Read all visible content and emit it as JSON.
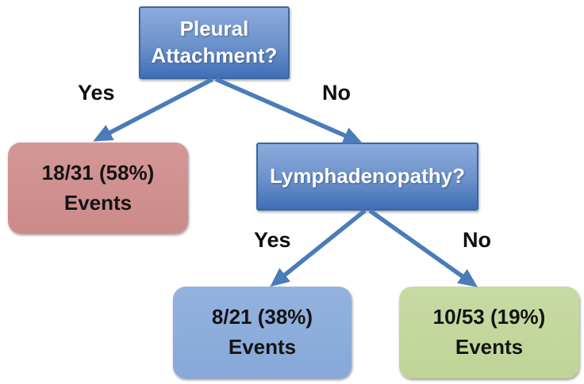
{
  "diagram": {
    "type": "decision-tree",
    "nodes": {
      "root": {
        "label": "Pleural Attachment?"
      },
      "lymph": {
        "label": "Lymphadenopathy?"
      },
      "leaf_pleural_yes": {
        "value": "18/31 (58%)",
        "caption": "Events"
      },
      "leaf_lymph_yes": {
        "value": "8/21 (38%)",
        "caption": "Events"
      },
      "leaf_lymph_no": {
        "value": "10/53 (19%)",
        "caption": "Events"
      }
    },
    "edges": {
      "root_yes": {
        "label": "Yes"
      },
      "root_no": {
        "label": "No"
      },
      "lymph_yes": {
        "label": "Yes"
      },
      "lymph_no": {
        "label": "No"
      }
    },
    "colors": {
      "question_fill_top": "#8cabdc",
      "question_fill_bottom": "#3f6fb5",
      "question_border": "#3e66a0",
      "arrow": "#4a7cba",
      "leaf_red": "#cc8a89",
      "leaf_blue": "#87a8d8",
      "leaf_green": "#c0d496"
    }
  }
}
